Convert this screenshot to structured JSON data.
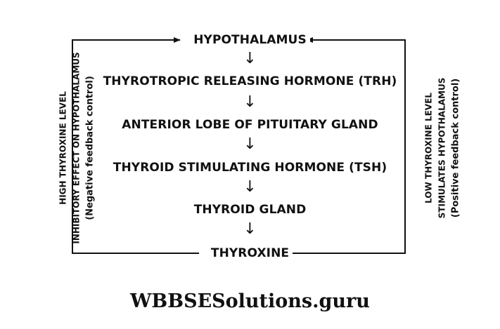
{
  "flow": {
    "steps": [
      "HYPOTHALAMUS",
      "THYROTROPIC RELEASING HORMONE (TRH)",
      "ANTERIOR LOBE OF PITUITARY GLAND",
      "THYROID STIMULATING HORMONE (TSH)",
      "THYROID GLAND",
      "THYROXINE"
    ],
    "arrow_glyph": "↓"
  },
  "feedback": {
    "left": {
      "line1": "HIGH THYROXINE LEVEL",
      "line2": "INHIBITORY EFFECT ON HYPOTHALAMUS",
      "line3": "(Negative feedback control)"
    },
    "right": {
      "line1": "LOW THYROXINE LEVEL",
      "line2": "STIMULATES HYPOTHALAMUS",
      "line3": "(Positive feedback control)"
    }
  },
  "watermark": "WBBSESolutions.guru"
}
